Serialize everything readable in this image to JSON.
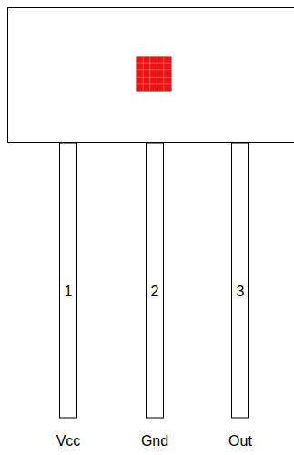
{
  "diagram": {
    "labels": [
      "1",
      "2",
      "3",
      "Vcc",
      "Gnd",
      "Out"
    ]
  }
}
